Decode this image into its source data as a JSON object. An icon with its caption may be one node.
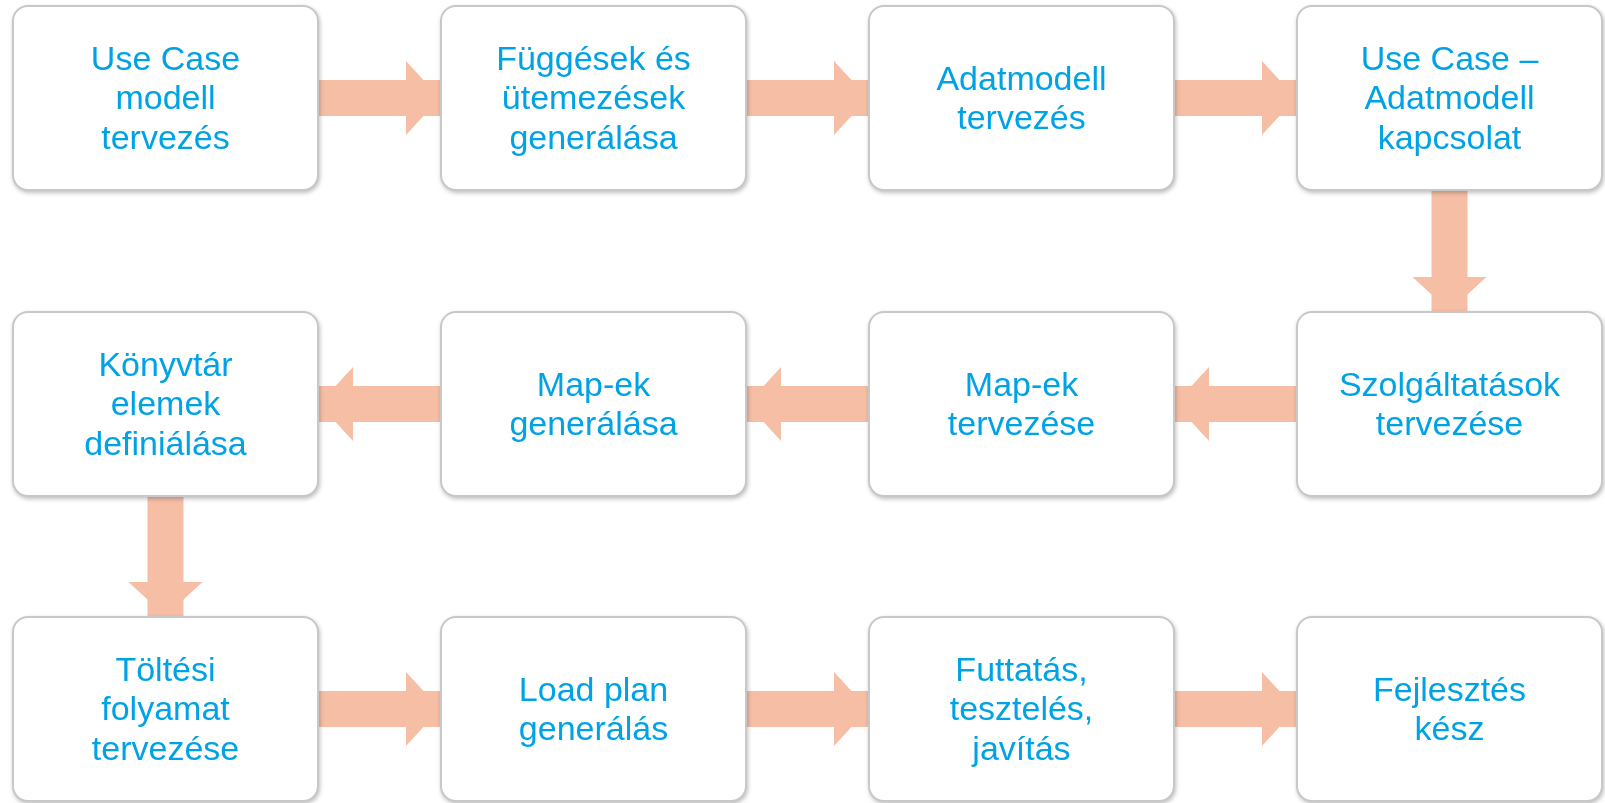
{
  "diagram": {
    "nodes": [
      {
        "text": [
          "Use Case modell tervezés"
        ]
      },
      {
        "text": [
          "Függések és ütemezések generálása"
        ]
      },
      {
        "text": [
          "Adatmodell tervezés"
        ]
      },
      {
        "text": [
          "Use Case – Adatmodell kapcsolat"
        ]
      },
      {
        "text": [
          "Könyvtár elemek definiálása"
        ]
      },
      {
        "text": [
          "Map-ek generálása"
        ]
      },
      {
        "text": [
          "Map-ek tervezése"
        ]
      },
      {
        "text": [
          "Szolgáltatások tervezése"
        ]
      },
      {
        "text": [
          "Töltési folyamat tervezése"
        ]
      },
      {
        "text": [
          "Load plan generálás"
        ]
      },
      {
        "text": [
          "Futtatás, tesztelés, javítás"
        ]
      },
      {
        "text": [
          "Fejlesztés kész"
        ]
      }
    ],
    "edges": [
      {
        "from": 0,
        "to": 1,
        "arrow": "to"
      },
      {
        "from": 1,
        "to": 2,
        "arrow": "to"
      },
      {
        "from": 2,
        "to": 3,
        "arrow": "to"
      },
      {
        "from": 3,
        "to": 7,
        "arrow": "to"
      },
      {
        "from": 7,
        "to": 6,
        "arrow": "to"
      },
      {
        "from": 6,
        "to": 5,
        "arrow": "to"
      },
      {
        "from": 5,
        "to": 4,
        "arrow": "to"
      },
      {
        "from": 4,
        "to": 8,
        "arrow": "to"
      },
      {
        "from": 8,
        "to": 9,
        "arrow": "to"
      },
      {
        "from": 9,
        "to": 10,
        "arrow": "to"
      },
      {
        "from": 10,
        "to": 11,
        "arrow": "to"
      }
    ]
  }
}
